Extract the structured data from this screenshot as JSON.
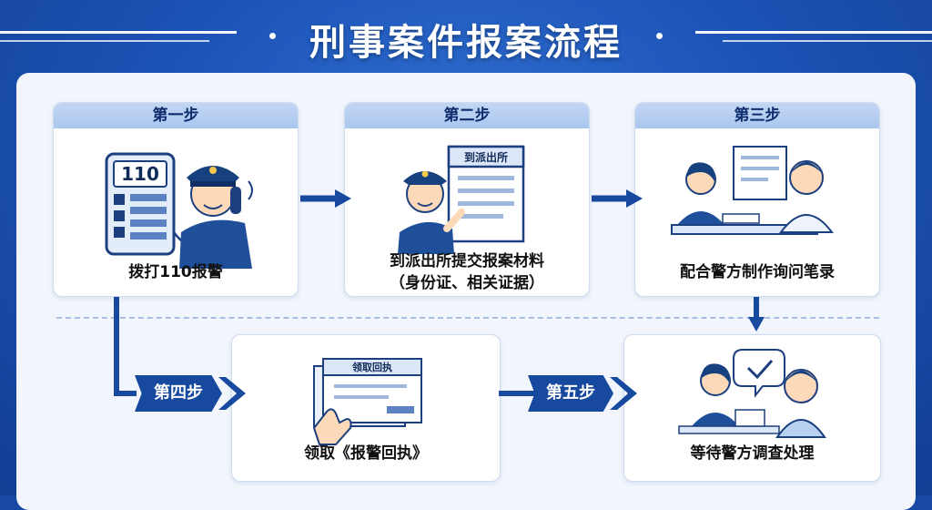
{
  "title": "刑事案件报案流程",
  "steps": [
    {
      "label": "第一步",
      "caption": "拨打110报警",
      "phone_display": "110"
    },
    {
      "label": "第二步",
      "caption_line1": "到派出所提交报案材料",
      "caption_line2": "（身份证、相关证据）",
      "doc_title": "到派出所"
    },
    {
      "label": "第三步",
      "caption": "配合警方制作询问笔录"
    },
    {
      "label": "第四步",
      "caption": "领取《报警回执》",
      "doc_title": "领取回执"
    },
    {
      "label": "第五步",
      "caption": "等待警方调查处理"
    }
  ],
  "colors": {
    "brand_blue": "#1d54b8",
    "dark_blue": "#174a9e",
    "card_border": "#cfdced"
  }
}
